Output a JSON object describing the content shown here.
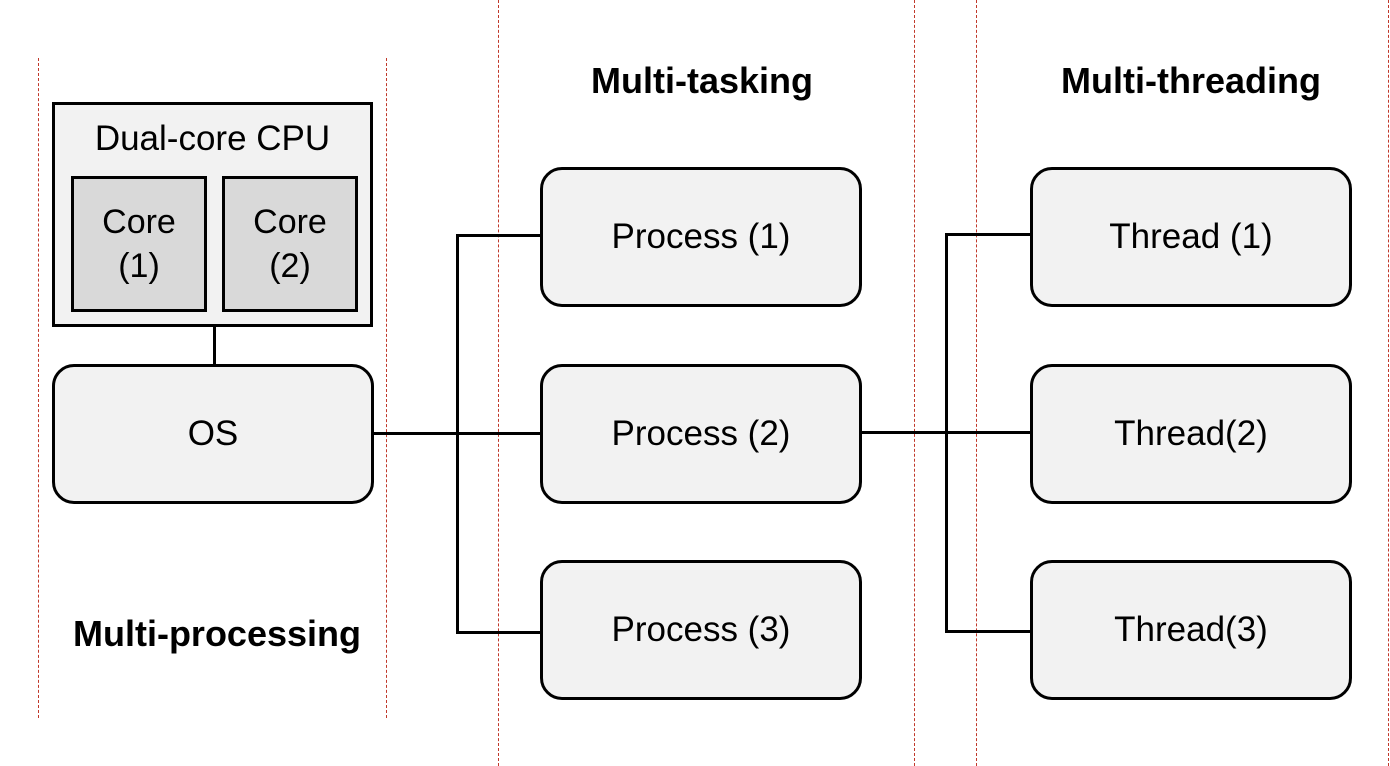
{
  "sections": {
    "multi_processing": "Multi-processing",
    "multi_tasking": "Multi-tasking",
    "multi_threading": "Multi-threading"
  },
  "cpu": {
    "title": "Dual-core CPU",
    "cores": [
      {
        "line1": "Core",
        "line2": "(1)"
      },
      {
        "line1": "Core",
        "line2": "(2)"
      }
    ]
  },
  "os": {
    "label": "OS"
  },
  "processes": [
    {
      "label": "Process (1)"
    },
    {
      "label": "Process (2)"
    },
    {
      "label": "Process (3)"
    }
  ],
  "threads": [
    {
      "label": "Thread (1)"
    },
    {
      "label": "Thread(2)"
    },
    {
      "label": "Thread(3)"
    }
  ],
  "colors": {
    "divider": "#c0392b",
    "box_fill": "#f2f2f2",
    "core_fill": "#d9d9d9",
    "stroke": "#000000"
  }
}
